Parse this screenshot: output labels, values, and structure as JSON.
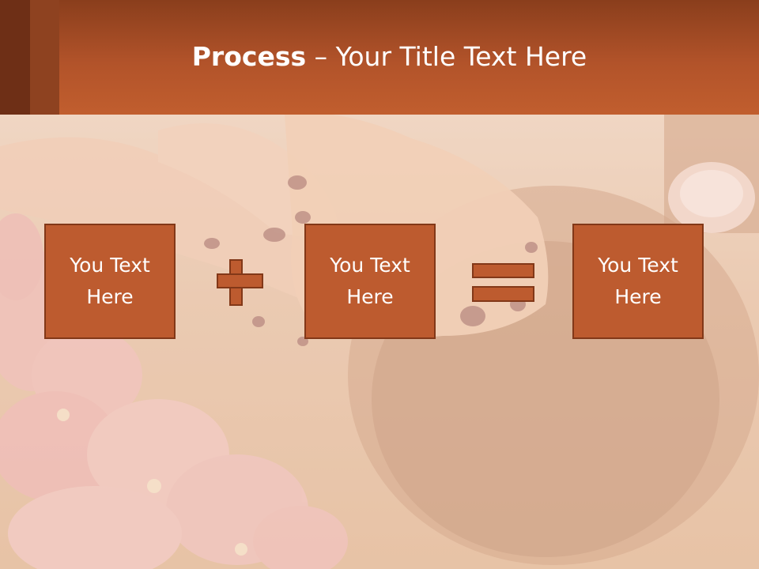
{
  "title": {
    "bold": "Process",
    "rest": " – Your Title Text Here"
  },
  "boxes": [
    {
      "text": "You Text\nHere"
    },
    {
      "text": "You Text\nHere"
    },
    {
      "text": "You Text\nHere"
    }
  ],
  "operators": [
    "plus-icon",
    "equals-icon"
  ],
  "colors": {
    "header": "#b2532a",
    "box_fill": "#bd5b2f",
    "box_border": "#823818",
    "text": "#ffffff"
  }
}
